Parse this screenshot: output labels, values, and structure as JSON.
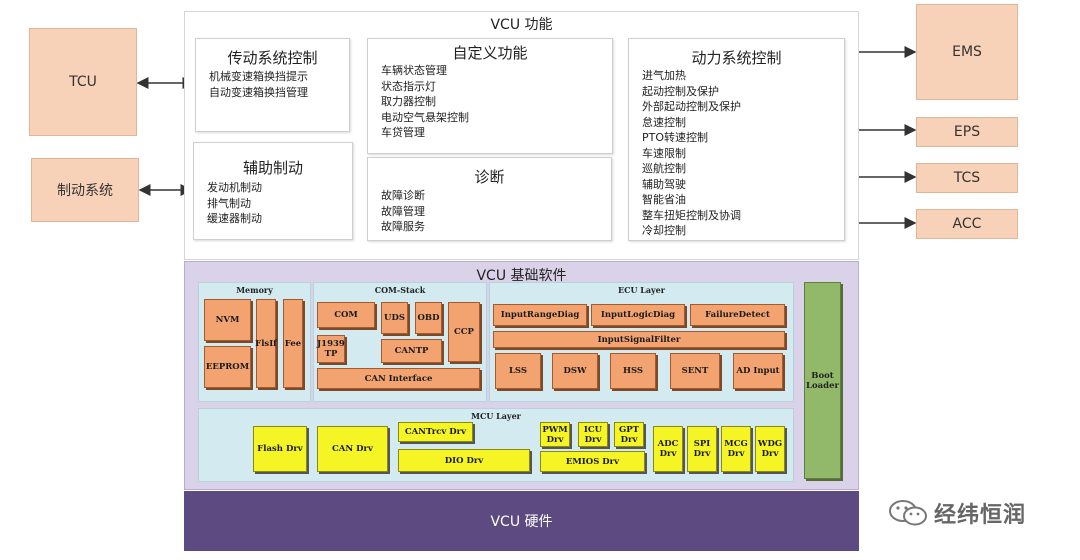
{
  "functions": {
    "title": "VCU 功能",
    "transmission": {
      "title": "传动系统控制",
      "items": [
        "机械变速箱换挡提示",
        "自动变速箱换挡管理"
      ]
    },
    "custom": {
      "title": "自定义功能",
      "items": [
        "车辆状态管理",
        "状态指示灯",
        "取力器控制",
        "电动空气悬架控制",
        "车贷管理"
      ]
    },
    "powertrain": {
      "title": "动力系统控制",
      "items": [
        "进气加热",
        "起动控制及保护",
        "外部起动控制及保护",
        "怠速控制",
        "PTO转速控制",
        "车速限制",
        "巡航控制",
        "辅助驾驶",
        "智能省油",
        "整车扭矩控制及协调",
        "冷却控制"
      ]
    },
    "aux_brake": {
      "title": "辅助制动",
      "items": [
        "发动机制动",
        "排气制动",
        "缓速器制动"
      ]
    },
    "diagnosis": {
      "title": "诊断",
      "items": [
        "故障诊断",
        "故障管理",
        "故障服务"
      ]
    }
  },
  "external": {
    "tcu": "TCU",
    "brake": "制动系统",
    "ems": "EMS",
    "eps": "EPS",
    "tcs": "TCS",
    "acc": "ACC"
  },
  "base_software": {
    "title": "VCU 基础软件",
    "memory": {
      "title": "Memory",
      "nvm": "NVM",
      "eeprom": "EEPROM",
      "flsif": "FlsIf",
      "fee": "Fee"
    },
    "com_stack": {
      "title": "COM-Stack",
      "com": "COM",
      "uds": "UDS",
      "obd": "OBD",
      "ccp": "CCP",
      "j1939": "J1939\nTP",
      "cantp": "CANTP",
      "can_interface": "CAN Interface"
    },
    "ecu_layer": {
      "title": "ECU Layer",
      "input_range_diag": "InputRangeDiag",
      "input_logic_diag": "InputLogicDiag",
      "failure_detect": "FailureDetect",
      "input_signal_filter": "InputSignalFilter",
      "lss": "LSS",
      "dsw": "DSW",
      "hss": "HSS",
      "sent": "SENT",
      "ad_input": "AD Input"
    },
    "boot_loader": "Boot\nLoader",
    "mcu_layer": {
      "title": "MCU Layer",
      "flash_drv": "Flash Drv",
      "can_drv": "CAN Drv",
      "cantrcv_drv": "CANTrcv Drv",
      "dio_drv": "DIO Drv",
      "pwm_drv": "PWM\nDrv",
      "icu_drv": "ICU\nDrv",
      "gpt_drv": "GPT\nDrv",
      "emios_drv": "EMIOS Drv",
      "adc_drv": "ADC\nDrv",
      "spi_drv": "SPI\nDrv",
      "mcg_drv": "MCG\nDrv",
      "wdg_drv": "WDG\nDrv"
    }
  },
  "hardware": {
    "title": "VCU 硬件"
  },
  "watermark": {
    "text": "经纬恒润"
  },
  "colors": {
    "external_box": "#f8d2b8",
    "module_orange": "#f2a36f",
    "driver_yellow": "#f5f526",
    "base_sw_bg": "#d9d2e9",
    "hardware_bg": "#5d4a80",
    "boot_green": "#92b86a",
    "layer_blue": "#d2eaf0"
  }
}
